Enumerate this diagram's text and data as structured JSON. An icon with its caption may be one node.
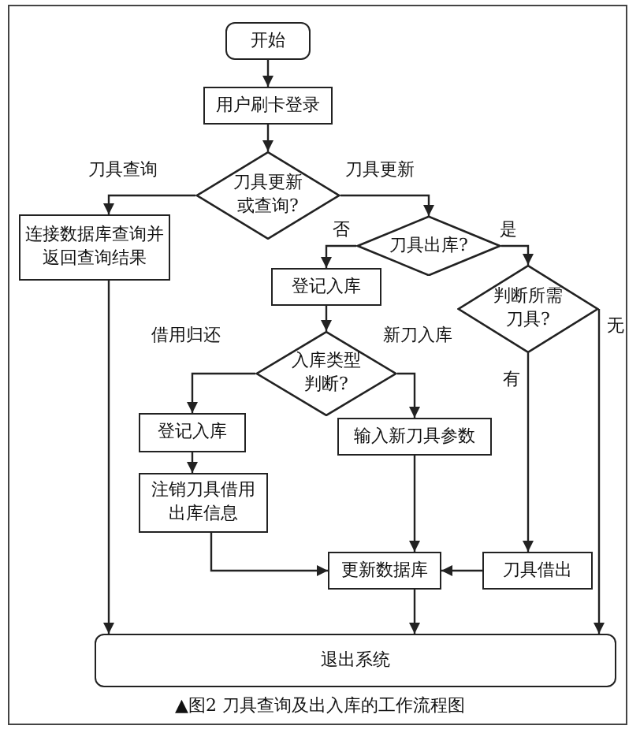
{
  "diagram": {
    "caption": "▲图2 刀具查询及出入库的工作流程图",
    "nodes": [
      {
        "text": [
          "开始"
        ]
      },
      {
        "text": [
          "用户刷卡登录"
        ]
      },
      {
        "text": [
          "刀具更新或查询?"
        ]
      },
      {
        "text": [
          "连接数据库查询并返回查询结果"
        ]
      },
      {
        "text": [
          "刀具出库?"
        ]
      },
      {
        "text": [
          "登记入库"
        ]
      },
      {
        "text": [
          "判断所需刀具?"
        ]
      },
      {
        "text": [
          "入库类型判断?"
        ]
      },
      {
        "text": [
          "登记入库"
        ]
      },
      {
        "text": [
          "输入新刀具参数"
        ]
      },
      {
        "text": [
          "注销刀具借用出库信息"
        ]
      },
      {
        "text": [
          "更新数据库"
        ]
      },
      {
        "text": [
          "刀具借出"
        ]
      },
      {
        "text": [
          "退出系统"
        ]
      }
    ],
    "edges": [
      {
        "from": 0,
        "to": 1,
        "arrow": "to"
      },
      {
        "from": 1,
        "to": 2,
        "arrow": "to"
      },
      {
        "from": 2,
        "to": 3,
        "arrow": "to",
        "label": "刀具查询"
      },
      {
        "from": 2,
        "to": 4,
        "arrow": "to",
        "label": "刀具更新"
      },
      {
        "from": 4,
        "to": 5,
        "arrow": "to",
        "label": "否"
      },
      {
        "from": 4,
        "to": 6,
        "arrow": "to",
        "label": "是"
      },
      {
        "from": 5,
        "to": 7,
        "arrow": "to"
      },
      {
        "from": 7,
        "to": 8,
        "arrow": "to",
        "label": "借用归还"
      },
      {
        "from": 7,
        "to": 9,
        "arrow": "to",
        "label": "新刀入库"
      },
      {
        "from": 8,
        "to": 10,
        "arrow": "to"
      },
      {
        "from": 10,
        "to": 11,
        "arrow": "to"
      },
      {
        "from": 9,
        "to": 11,
        "arrow": "to"
      },
      {
        "from": 12,
        "to": 11,
        "arrow": "to"
      },
      {
        "from": 6,
        "to": 12,
        "arrow": "to",
        "label": "有"
      },
      {
        "from": 6,
        "to": 13,
        "arrow": "to",
        "label": "无"
      },
      {
        "from": 3,
        "to": 13,
        "arrow": "to"
      },
      {
        "from": 11,
        "to": 13,
        "arrow": "to"
      }
    ]
  }
}
